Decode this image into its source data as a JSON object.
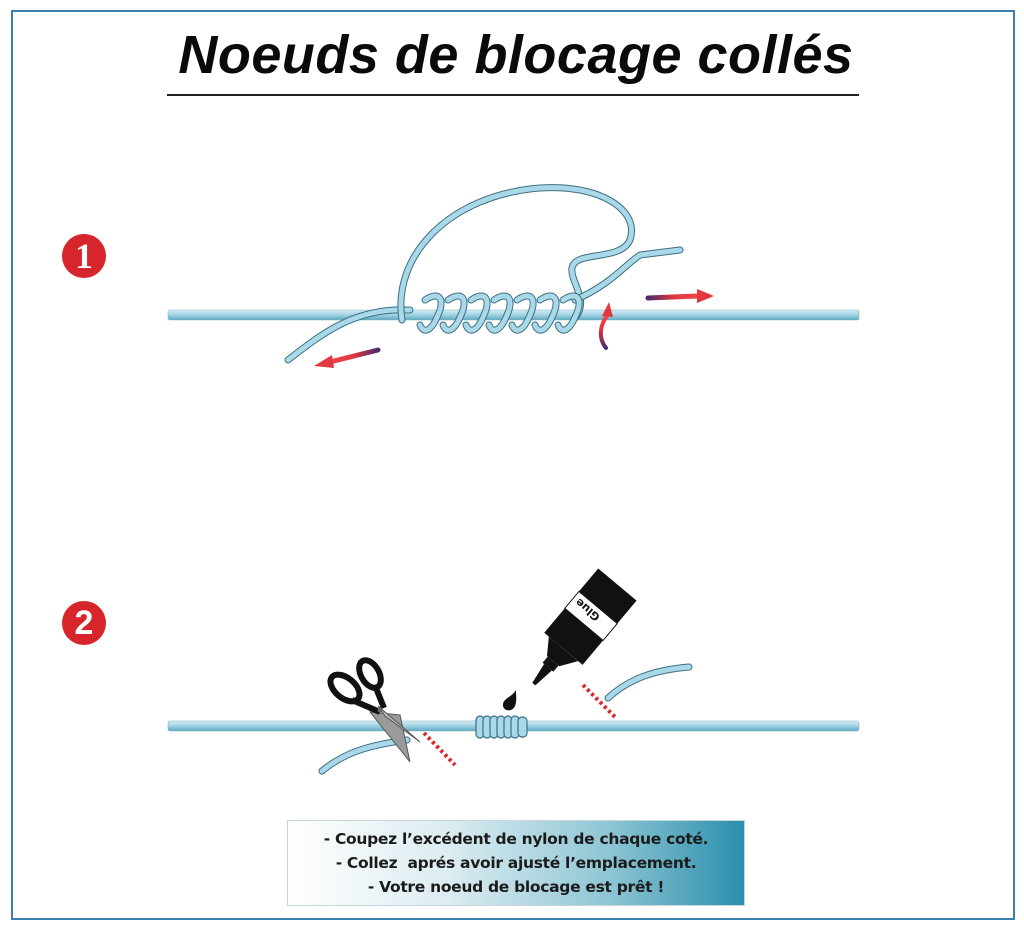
{
  "title": "Noeuds de blocage collés",
  "steps": [
    {
      "number": "1",
      "description_icon": "knot-tying-diagram"
    },
    {
      "number": "2",
      "description_icon": "cut-and-glue-diagram"
    }
  ],
  "glue_tube": {
    "label": "Glue"
  },
  "caption": {
    "lines": [
      "- Coupez l’excédent de nylon de chaque coté.",
      "- Collez  aprés avoir ajusté l’emplacement.",
      "- Votre noeud de blocage est prêt !"
    ]
  },
  "colors": {
    "frame_border": "#3d7fae",
    "line_fill": "#a9d9e8",
    "line_outline": "#4a7d91",
    "badge_red": "#d7262b",
    "arrow_red": "#e33a3a",
    "arrow_purple": "#4b2a6b",
    "cut_mark_red": "#d8282c"
  }
}
